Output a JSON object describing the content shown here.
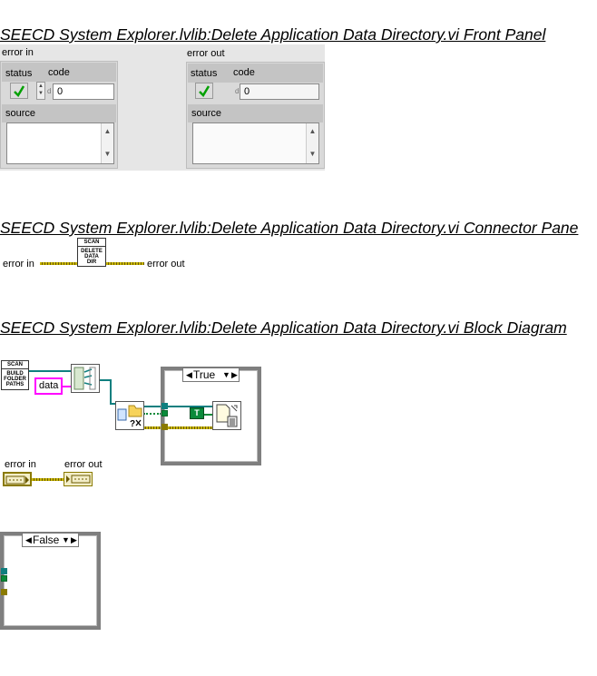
{
  "sections": {
    "front_panel_title": "SEECD System Explorer.lvlib:Delete Application Data Directory.vi Front Panel",
    "connector_title": "SEECD System Explorer.lvlib:Delete Application Data Directory.vi Connector Pane",
    "diagram_title": "SEECD System Explorer.lvlib:Delete Application Data Directory.vi Block Diagram"
  },
  "front_panel": {
    "error_in": {
      "label": "error in",
      "status_label": "status",
      "code_label": "code",
      "code_value": "0",
      "radix": "d",
      "source_label": "source",
      "source_value": ""
    },
    "error_out": {
      "label": "error out",
      "status_label": "status",
      "code_label": "code",
      "code_value": "0",
      "radix": "d",
      "source_label": "source",
      "source_value": ""
    }
  },
  "connector": {
    "left_label": "error in",
    "right_label": "error out",
    "icon_line1": "SCAN",
    "icon_line2": "DELETE",
    "icon_line3": "DATA",
    "icon_line4": "DIR"
  },
  "diagram": {
    "build_icon_line1": "SCAN",
    "build_icon_line2": "BUILD",
    "build_icon_line3": "FOLDER",
    "build_icon_line4": "PATHS",
    "data_constant": "data",
    "true_case": "True",
    "false_case": "False",
    "true_constant": "T",
    "error_in_label": "error in",
    "error_out_label": "error out"
  },
  "colors": {
    "error_wire": "#c6b400",
    "path_wire": "#0f7f7f",
    "string_wire": "#ff00ff",
    "status_check": "#00a000"
  }
}
